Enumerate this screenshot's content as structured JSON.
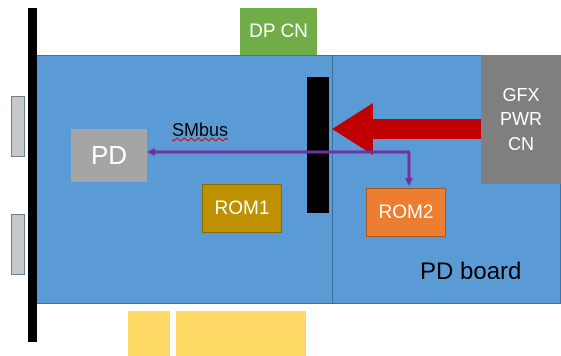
{
  "components": {
    "dp_cn": "DP CN",
    "gfx_pwr_cn": [
      "GFX",
      "PWR",
      "CN"
    ],
    "pd": "PD",
    "rom1": "ROM1",
    "rom2": "ROM2"
  },
  "labels": {
    "smbus": "SMbus",
    "pd_board": "PD board"
  },
  "colors": {
    "board": "#5b9bd5",
    "dp_cn": "#70ad47",
    "gfx_pwr_cn": "#7f7f7f",
    "pd": "#a5a5a5",
    "rom1": "#bf9000",
    "rom2": "#ed7d31",
    "power_arrow": "#c00000",
    "smbus_arrow": "#7030a0",
    "edge_fingers": "#ffd966"
  }
}
